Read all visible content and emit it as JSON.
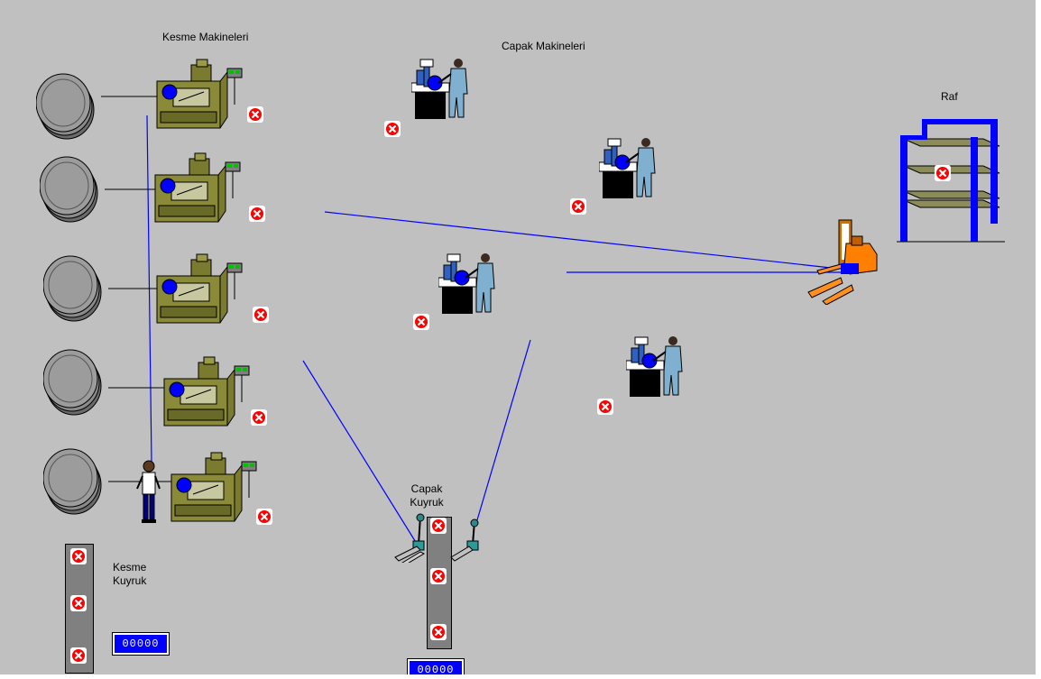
{
  "labels": {
    "kesme_makineleri": "Kesme Makineleri",
    "capak_makineleri": "Capak Makineleri",
    "raf": "Raf",
    "kesme_kuyruk_line1": "Kesme",
    "kesme_kuyruk_line2": "Kuyruk",
    "capak_kuyruk_line1": "Capak",
    "capak_kuyruk_line2": "Kuyruk"
  },
  "counters": {
    "kesme_kuyruk": "00000",
    "capak_kuyruk": "00000"
  },
  "icons": {
    "status": "x-status-icon",
    "machine": "cutting-machine-icon",
    "worker_station": "deburring-station-icon",
    "forklift": "forklift-icon",
    "pallet_jack": "pallet-jack-icon",
    "shelf": "shelf-rack-icon",
    "roll": "material-roll-icon",
    "operator": "operator-icon"
  },
  "colors": {
    "background": "#c0c0c0",
    "path_line": "#0000ff",
    "counter_bg": "#0000ff",
    "machine_body": "#7b7b30",
    "forklift": "#ff8000",
    "shelf_frame": "#0000ff",
    "shelf_board": "#8c8c5a",
    "status_x": "#ff0000"
  }
}
